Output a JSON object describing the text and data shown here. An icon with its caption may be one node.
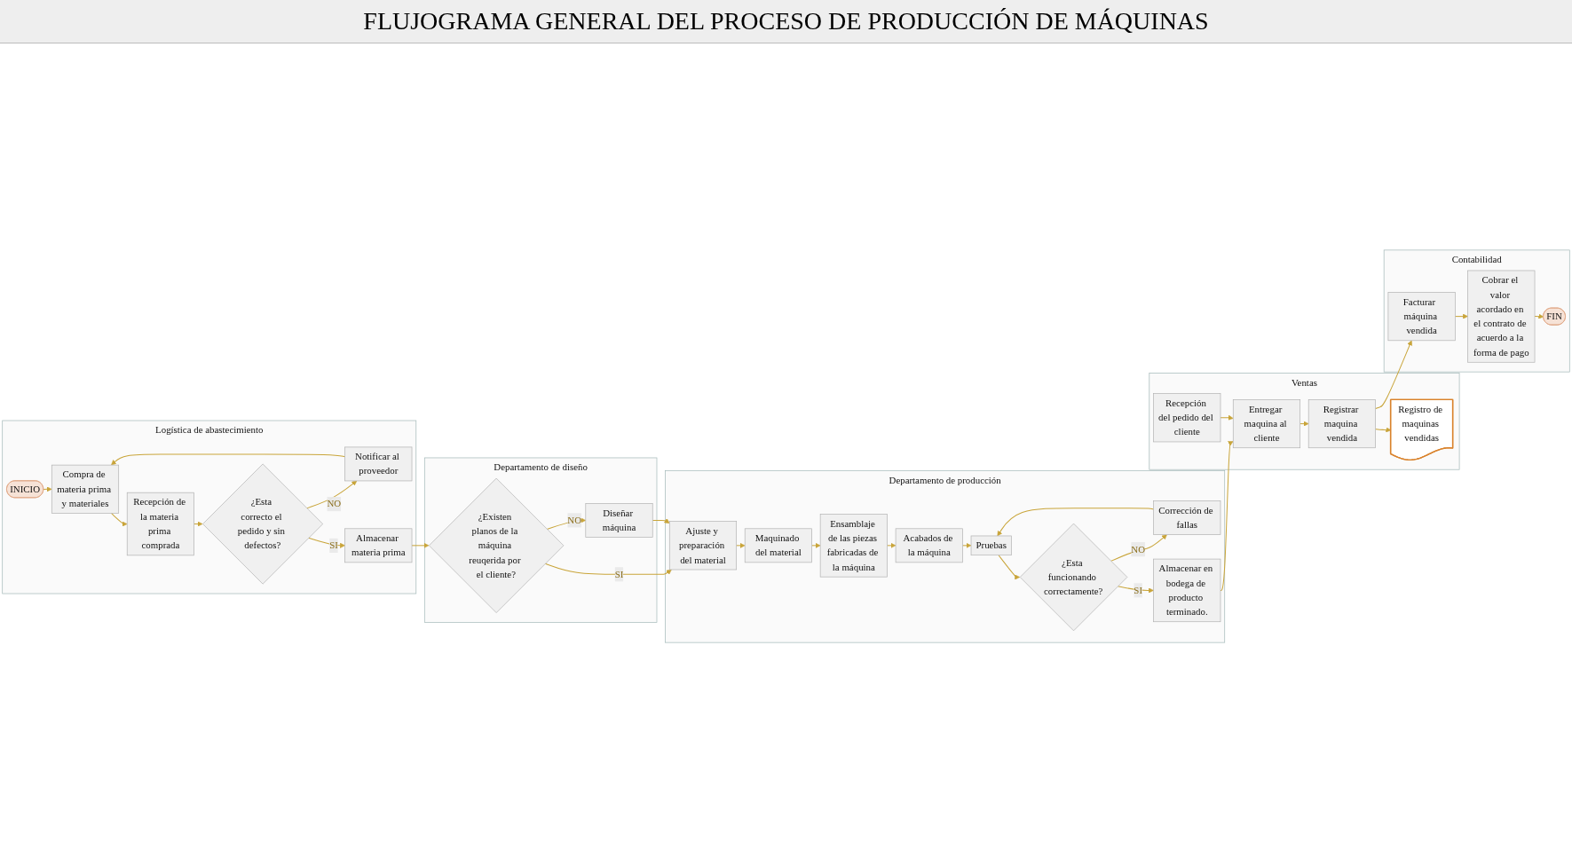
{
  "diagram": {
    "title": "FLUJOGRAMA GENERAL DEL PROCESO DE PRODUCCIÓN DE MÁQUINAS",
    "nodes": [
      {
        "text": [
          "Logística de abastecimiento"
        ]
      },
      {
        "text": [
          "INICIO"
        ],
        "in": 0
      },
      {
        "text": [
          "Compra de materia prima y materiales"
        ],
        "in": 0
      },
      {
        "text": [
          "Recepción de la materia prima comprada"
        ],
        "in": 0
      },
      {
        "text": [
          "¿Esta correcto el pedido y sin defectos?"
        ],
        "in": 0
      },
      {
        "text": [
          "Notificar al proveedor"
        ],
        "in": 0
      },
      {
        "text": [
          "Almacenar materia prima"
        ],
        "in": 0
      },
      {
        "text": [
          "Departamento de diseño"
        ]
      },
      {
        "text": [
          "¿Existen planos de la máquina reuqerida por el cliente?"
        ],
        "in": 7
      },
      {
        "text": [
          "Diseñar máquina"
        ],
        "in": 7
      },
      {
        "text": [
          "Departamento de producción"
        ]
      },
      {
        "text": [
          "Ajuste y preparación del material"
        ],
        "in": 10
      },
      {
        "text": [
          "Maquinado del material"
        ],
        "in": 10
      },
      {
        "text": [
          "Ensamblaje de las piezas fabricadas de la máquina"
        ],
        "in": 10
      },
      {
        "text": [
          "Acabados de la máquina"
        ],
        "in": 10
      },
      {
        "text": [
          "Pruebas"
        ],
        "in": 10
      },
      {
        "text": [
          "¿Esta funcionando correctamente?"
        ],
        "in": 10
      },
      {
        "text": [
          "Corrección de fallas"
        ],
        "in": 10
      },
      {
        "text": [
          "Almacenar en bodega de producto terminado."
        ],
        "in": 10
      },
      {
        "text": [
          "Ventas"
        ]
      },
      {
        "text": [
          "Recepción del pedido del cliente"
        ],
        "in": 19
      },
      {
        "text": [
          "Entregar maquina al cliente"
        ],
        "in": 19
      },
      {
        "text": [
          "Registrar maquina vendida"
        ],
        "in": 19
      },
      {
        "text": [
          "Registro de maquinas vendidas"
        ],
        "in": 19
      },
      {
        "text": [
          "Contabilidad"
        ]
      },
      {
        "text": [
          "Facturar  máquina vendida"
        ],
        "in": 24
      },
      {
        "text": [
          "Cobrar el valor acordado en el contrato de acuerdo a la forma de pago"
        ],
        "in": 24
      },
      {
        "text": [
          "FIN"
        ],
        "in": 24
      }
    ],
    "edges": [
      {
        "from": 1,
        "to": 2,
        "arrow": "to"
      },
      {
        "from": 2,
        "to": 3,
        "arrow": "to"
      },
      {
        "from": 3,
        "to": 4,
        "arrow": "to"
      },
      {
        "from": 4,
        "to": 5,
        "arrow": "to",
        "label": "NO"
      },
      {
        "from": 5,
        "to": 2,
        "arrow": "to"
      },
      {
        "from": 4,
        "to": 6,
        "arrow": "to",
        "label": "SI"
      },
      {
        "from": 6,
        "to": 8,
        "arrow": "to"
      },
      {
        "from": 8,
        "to": 11,
        "arrow": "to",
        "label": "SI"
      },
      {
        "from": 8,
        "to": 9,
        "arrow": "to",
        "label": "NO"
      },
      {
        "from": 9,
        "to": 11,
        "arrow": "to"
      },
      {
        "from": 11,
        "to": 12,
        "arrow": "to"
      },
      {
        "from": 12,
        "to": 13,
        "arrow": "to"
      },
      {
        "from": 13,
        "to": 14,
        "arrow": "to"
      },
      {
        "from": 14,
        "to": 15,
        "arrow": "to"
      },
      {
        "from": 15,
        "to": 16,
        "arrow": "to"
      },
      {
        "from": 16,
        "to": 17,
        "arrow": "to",
        "label": "NO"
      },
      {
        "from": 17,
        "to": 15,
        "arrow": "to"
      },
      {
        "from": 16,
        "to": 18,
        "arrow": "to",
        "label": "SI"
      },
      {
        "from": 18,
        "to": 21,
        "arrow": "to"
      },
      {
        "from": 20,
        "to": 21,
        "arrow": "to"
      },
      {
        "from": 21,
        "to": 22,
        "arrow": "to"
      },
      {
        "from": 22,
        "to": 23,
        "arrow": "to"
      },
      {
        "from": 22,
        "to": 25,
        "arrow": "to"
      },
      {
        "from": 25,
        "to": 26,
        "arrow": "to"
      },
      {
        "from": 26,
        "to": 27,
        "arrow": "to"
      }
    ]
  }
}
